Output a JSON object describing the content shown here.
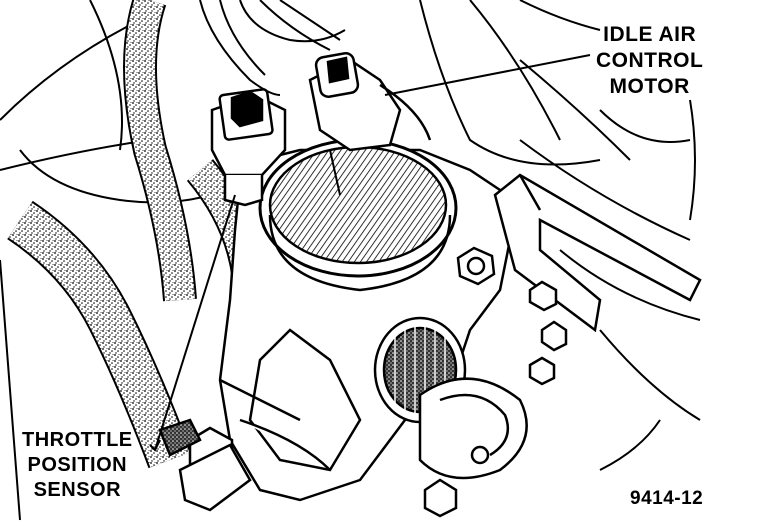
{
  "callouts": {
    "idle_air_control_motor": [
      "IDLE AIR",
      "CONTROL",
      "MOTOR"
    ],
    "throttle_position_sensor": [
      "THROTTLE",
      "POSITION",
      "SENSOR"
    ]
  },
  "figure_id": "9414-12",
  "colors": {
    "ink": "#000000",
    "paper": "#ffffff",
    "stipple": "#4a4a4a"
  }
}
